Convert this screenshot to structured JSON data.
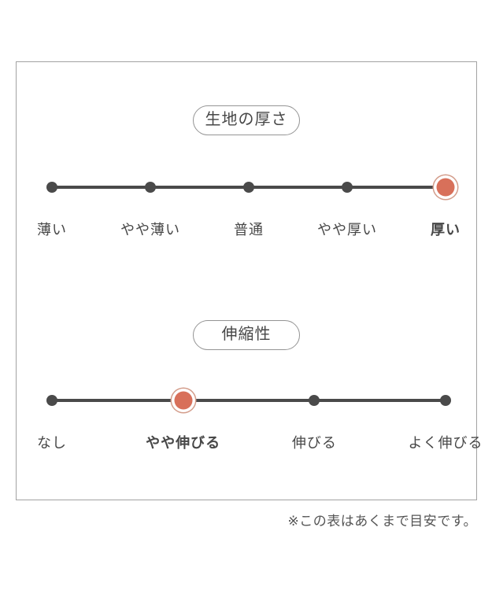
{
  "theme": {
    "accent": "#d8705a",
    "accent_ring": "#d39c8a",
    "line_color": "#4a4a4a",
    "text_color": "#474747",
    "panel_border": "#a2a2a2",
    "pill_border": "#949494"
  },
  "panel": {
    "scales": [
      {
        "title": "生地の厚さ",
        "selected_value": "厚い",
        "options": [
          {
            "label": "薄い",
            "selected": false
          },
          {
            "label": "やや薄い",
            "selected": false
          },
          {
            "label": "普通",
            "selected": false
          },
          {
            "label": "やや厚い",
            "selected": false
          },
          {
            "label": "厚い",
            "selected": true
          }
        ]
      },
      {
        "title": "伸縮性",
        "selected_value": "やや伸びる",
        "options": [
          {
            "label": "なし",
            "selected": false
          },
          {
            "label": "やや伸びる",
            "selected": true
          },
          {
            "label": "伸びる",
            "selected": false
          },
          {
            "label": "よく伸びる",
            "selected": false
          }
        ]
      }
    ]
  },
  "footer": {
    "note": "※この表はあくまで目安です。"
  }
}
